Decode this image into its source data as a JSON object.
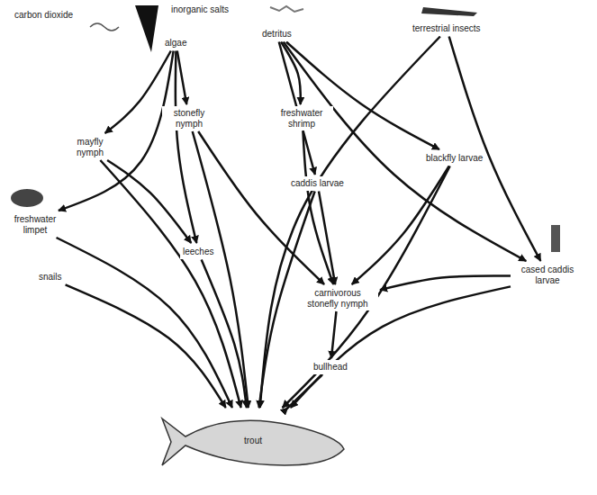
{
  "diagram": {
    "nodes": [
      {
        "text": [
          "algae"
        ]
      },
      {
        "text": [
          "detritus"
        ]
      },
      {
        "text": [
          "terrestrial insects"
        ]
      },
      {
        "text": [
          "mayfly nymph"
        ]
      },
      {
        "text": [
          "stonefly nymph"
        ]
      },
      {
        "text": [
          "freshwater shrimp"
        ]
      },
      {
        "text": [
          "caddis larvae"
        ]
      },
      {
        "text": [
          "blackfly larvae"
        ]
      },
      {
        "text": [
          "freshwater limpet"
        ]
      },
      {
        "text": [
          "snails"
        ]
      },
      {
        "text": [
          "leeches"
        ]
      },
      {
        "text": [
          "carnivorous stonefly nymph"
        ]
      },
      {
        "text": [
          "bullhead"
        ]
      },
      {
        "text": [
          "cased caddis larvae"
        ]
      },
      {
        "text": [
          "trout"
        ]
      }
    ],
    "edges": [
      {
        "from": 0,
        "to": 3,
        "arrow": "to"
      },
      {
        "from": 0,
        "to": 4,
        "arrow": "to"
      },
      {
        "from": 0,
        "to": 8,
        "arrow": "to"
      },
      {
        "from": 0,
        "to": 10,
        "arrow": "to"
      },
      {
        "from": 1,
        "to": 5,
        "arrow": "to"
      },
      {
        "from": 1,
        "to": 6,
        "arrow": "to"
      },
      {
        "from": 1,
        "to": 7,
        "arrow": "to"
      },
      {
        "from": 1,
        "to": 13,
        "arrow": "to"
      },
      {
        "from": 2,
        "to": 13,
        "arrow": "to"
      },
      {
        "from": 2,
        "to": 14,
        "arrow": "to"
      },
      {
        "from": 3,
        "to": 10,
        "arrow": "to"
      },
      {
        "from": 3,
        "to": 14,
        "arrow": "to"
      },
      {
        "from": 4,
        "to": 14,
        "arrow": "to"
      },
      {
        "from": 4,
        "to": 11,
        "arrow": "to"
      },
      {
        "from": 5,
        "to": 11,
        "arrow": "to"
      },
      {
        "from": 6,
        "to": 11,
        "arrow": "to"
      },
      {
        "from": 7,
        "to": 11,
        "arrow": "to"
      },
      {
        "from": 7,
        "to": 14,
        "arrow": "to"
      },
      {
        "from": 13,
        "to": 11,
        "arrow": "to"
      },
      {
        "from": 13,
        "to": 14,
        "arrow": "to"
      },
      {
        "from": 11,
        "to": 12,
        "arrow": "to"
      },
      {
        "from": 12,
        "to": 14,
        "arrow": "to"
      },
      {
        "from": 8,
        "to": 14,
        "arrow": "to"
      },
      {
        "from": 9,
        "to": 14,
        "arrow": "to"
      },
      {
        "from": 10,
        "to": 14,
        "arrow": "to"
      },
      {
        "from": 6,
        "to": 14,
        "arrow": "to"
      }
    ],
    "labels": [
      "carbon dioxide",
      "inorganic salts"
    ]
  }
}
